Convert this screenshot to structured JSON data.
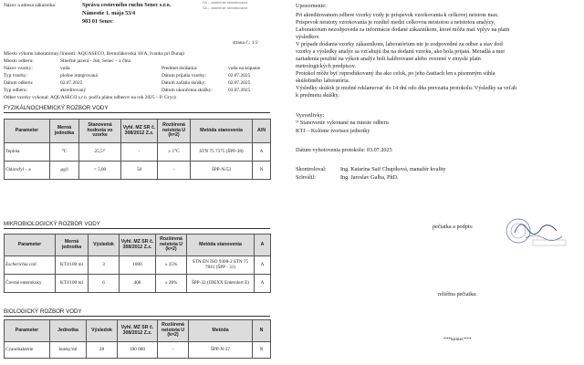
{
  "header": {
    "client_label": "Názov a adresa zákazníka:",
    "client_name": "Správa cestovného ruchu Senec s.r.o.",
    "client_street": "Námestie 1. mája 53/4",
    "client_city": "903 01 Senec",
    "accred_note_1": "SA – oddelenie akreditovania",
    "accred_note_2": "SA – oddelenie akreditovania",
    "page": "strana č.: 1/2"
  },
  "info": {
    "lab_place": "Miesto výkonu laboratórnej činnosti: AQUASECO, Bernolákovská 18/A, Ivanka pri Dunaji",
    "sampling_place_label": "Miesto odberu:",
    "sampling_place": "Slnečné jazerá - Juh, Senec – z člna",
    "sample_name_label": "Názov vzorky:",
    "sample_name": "voda",
    "subject_label": "Predmet skúšania:",
    "subject": "voda na kúpanie",
    "sample_type_label": "Typ vzorky:",
    "sample_type": "plošne integrovaná",
    "received_label": "Dátum prijatia vzorky:",
    "received": "02.07.2025",
    "sampling_date_label": "Dátum odberu:",
    "sampling_date": "02.07.2025",
    "test_start_label": "Dátum začatia skúšky:",
    "test_start": "02.07.2025",
    "sampling_type_label": "Typ odberu:",
    "sampling_type": "akreditovaný",
    "test_end_label": "Dátum ukončenia skúšky:",
    "test_end": "03.07.2025",
    "sampler": "Odber vzorky vykonal: AQUASECO s.r.o. podľa plánu odberov na rok 2025 – P. Grycz"
  },
  "phys_chem": {
    "title": "FYZIKÁLNOCHEMICKÝ ROZBOR VODY",
    "headers": [
      "Parameter",
      "Merná jednotka",
      "Stanovená hodnota vo vzorke",
      "Vyhl. MZ SR č. 308/2012 Z.z.",
      "Rozšírená neistota U (k=2)",
      "Metóda stanovenia",
      "A/N"
    ],
    "rows": [
      [
        "Teplota",
        "°C",
        "25,5¹⁾",
        "-",
        "± 1°C",
        "STN 75 7375 (ŠPP-38)",
        "A"
      ],
      [
        "Chlorofyl – a",
        "µg/l",
        "< 5,00",
        "50",
        "-",
        "ŠPP-N-53",
        "N"
      ]
    ]
  },
  "micro": {
    "title": "MIKROBIOLOGICKÝ ROZBOR VODY",
    "headers": [
      "Parameter",
      "Merná jednotka",
      "Výsledok",
      "Vyhl. MZ SR č. 308/2012 Z.z.",
      "Rozšírená neistota U (k=2)",
      "Metóda stanovenia",
      "A"
    ],
    "rows": [
      [
        "Escherichia coli",
        "KTJ/100 ml",
        "3",
        "1000",
        "± 25%",
        "STN EN ISO 9308-2 STN 75 7841 (ŠPP - 31)",
        "A"
      ],
      [
        "Črevné enterokoky",
        "KTJ/100 ml",
        "6",
        "400",
        "± 28%",
        "ŠPP-32 (IDEXX Enterolert E)",
        "A"
      ]
    ]
  },
  "bio": {
    "title": "BIOLOGICKÝ ROZBOR VODY",
    "headers": [
      "Parameter",
      "Jednotka",
      "Výsledok",
      "Vyhl. MZ SR č. 308/2012 Z.z.",
      "Rozšírená neistota U (k=2)",
      "Metóda",
      "N"
    ],
    "rows": [
      [
        "Cyanobaktérie",
        "bunky/ml",
        "28",
        "100 000",
        "-",
        "ŠPP-N-37",
        "N"
      ]
    ]
  },
  "notice": {
    "title": "Upozornenie:",
    "lines": [
      "Pri akreditovanom odbere vzorky vody je príspevok vzorkovania k celkovej neistote max.",
      "Príspevok neistoty vzorkovania je rozdiel medzi celkovou neistotou a neistotou analýzy,",
      "Laboratórium nezodpovedá za informácie dodané zákazníkom, ktoré môžu mať vplyv na platn",
      "výsledkov.",
      "V prípade dodania vzorky zákazníkom, laboratórium nie je zodpovedné za odber a stav dod",
      "vzorky a výsledky analýz sa vzťahujú iba na dodanú vzorku, ako bola prijatá. Meradlá a mer",
      "zariadenia použité na výkon analýz boli kalibrované alebo overené v zmysle platn",
      "metrologických predpisov.",
      "Protokol môže byť reprodukovaný iba ako celok, po jeho častiach len s písomným súhla",
      "skúšobného laboratória.",
      "Výsledky skúšok je možné reklamovať do 14 dní odo dňa prevzatia protokolu. Výsledky sa vzťah",
      "k predmetu skúšky."
    ]
  },
  "legend": {
    "title": "Vysvetlivky:",
    "line1": "¹⁾ Stanovenie vykonané na mieste odberu",
    "line2": "KTJ – Kolónie tvoriace jednotky"
  },
  "protocol_date": "Dátum vyhotovenia protokolu: 03.07.2025",
  "control": {
    "checked_label": "Skontroloval:",
    "checked_by": "Ing. Katarína Saif Chupíková, manažér kvality",
    "approved_label": "Schválil:",
    "approved_by": "Ing. Jaroslav Galba, PhD."
  },
  "stamp_label": "pečiatka a podpis:",
  "recipient_stamp_label": "reliéfna pečiatka:",
  "footer_mark": "***koniec***"
}
